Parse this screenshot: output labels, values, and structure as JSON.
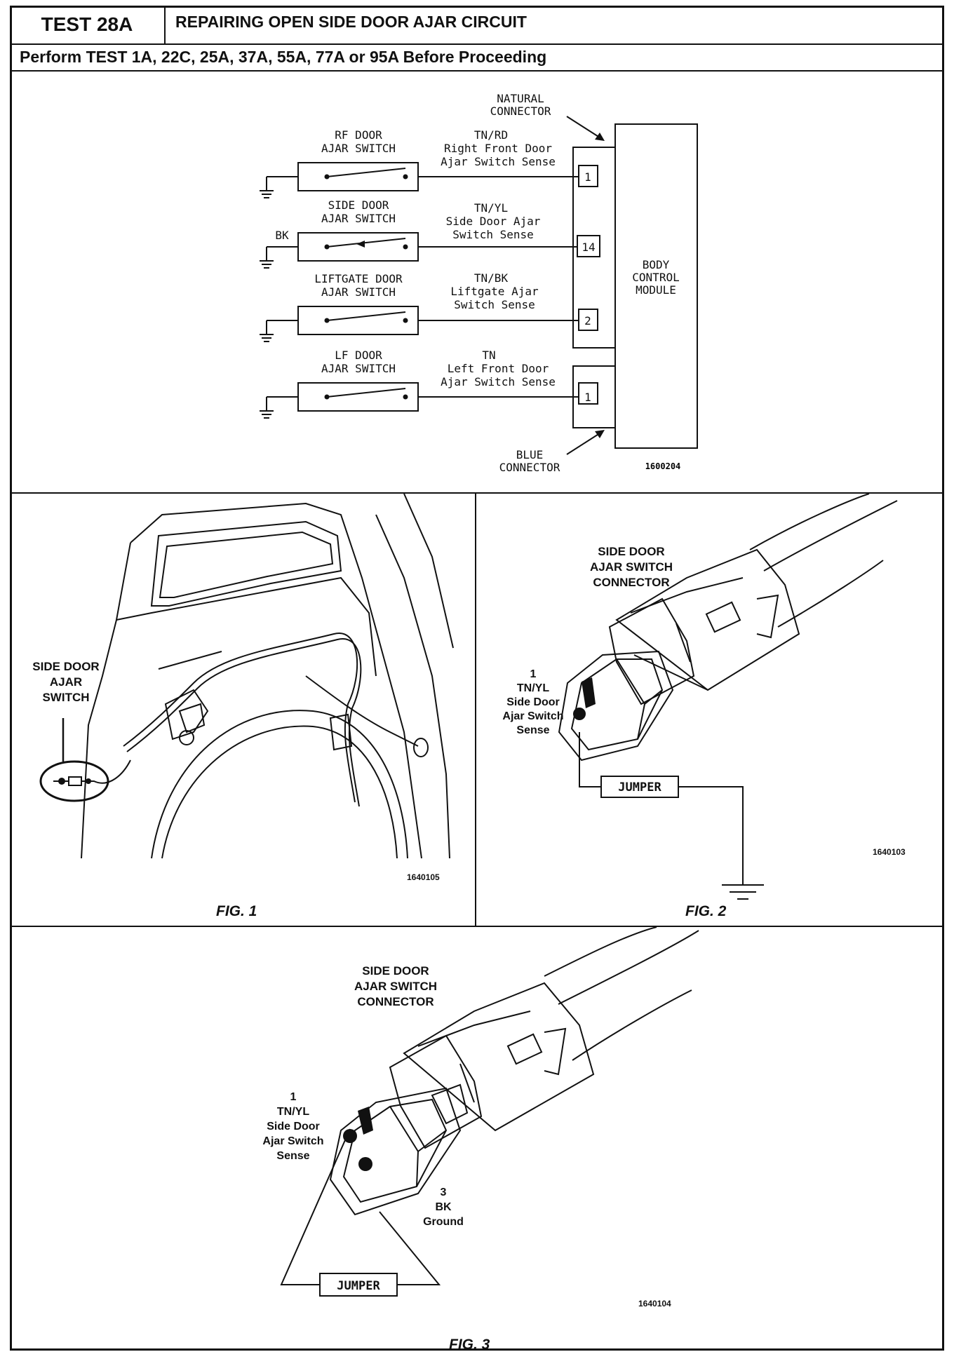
{
  "header": {
    "test_id": "TEST 28A",
    "title": "REPAIRING OPEN SIDE DOOR AJAR CIRCUIT",
    "prerequisite": "Perform TEST 1A, 22C, 25A, 37A, 55A, 77A or 95A Before Proceeding"
  },
  "schematic": {
    "natural_connector": [
      "NATURAL",
      "CONNECTOR"
    ],
    "blue_connector": [
      "BLUE",
      "CONNECTOR"
    ],
    "module": [
      "BODY",
      "CONTROL",
      "MODULE"
    ],
    "code": "1600204",
    "switches": [
      {
        "name": [
          "RF DOOR",
          "AJAR SWITCH"
        ],
        "wire": [
          "TN/RD",
          "Right Front Door",
          "Ajar Switch Sense"
        ],
        "pin": "1",
        "ground_label": ""
      },
      {
        "name": [
          "SIDE DOOR",
          "AJAR SWITCH"
        ],
        "wire": [
          "TN/YL",
          "Side Door Ajar",
          "Switch Sense"
        ],
        "pin": "14",
        "ground_label": "BK"
      },
      {
        "name": [
          "LIFTGATE DOOR",
          "AJAR SWITCH"
        ],
        "wire": [
          "TN/BK",
          "Liftgate Ajar",
          "Switch Sense"
        ],
        "pin": "2",
        "ground_label": ""
      },
      {
        "name": [
          "LF DOOR",
          "AJAR SWITCH"
        ],
        "wire": [
          "TN",
          "Left Front Door",
          "Ajar Switch Sense"
        ],
        "pin": "1",
        "ground_label": ""
      }
    ]
  },
  "fig1": {
    "caption": "FIG. 1",
    "label": [
      "SIDE DOOR",
      "AJAR",
      "SWITCH"
    ],
    "code": "1640105"
  },
  "fig2": {
    "caption": "FIG. 2",
    "connector_label": [
      "SIDE DOOR",
      "AJAR SWITCH",
      "CONNECTOR"
    ],
    "pin_label": [
      "1",
      "TN/YL",
      "Side Door",
      "Ajar Switch",
      "Sense"
    ],
    "jumper": "JUMPER",
    "code": "1640103"
  },
  "fig3": {
    "caption": "FIG. 3",
    "connector_label": [
      "SIDE DOOR",
      "AJAR SWITCH",
      "CONNECTOR"
    ],
    "pin1_label": [
      "1",
      "TN/YL",
      "Side Door",
      "Ajar Switch",
      "Sense"
    ],
    "pin3_label": [
      "3",
      "BK",
      "Ground"
    ],
    "jumper": "JUMPER",
    "code": "1640104"
  }
}
